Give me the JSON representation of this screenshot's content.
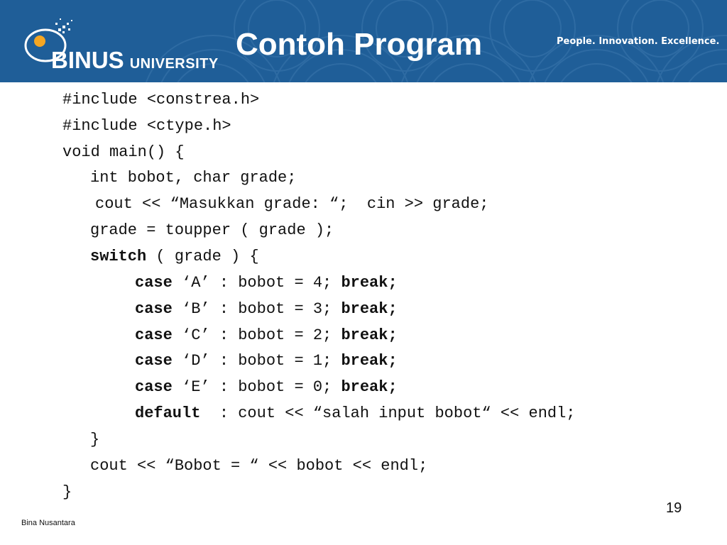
{
  "header": {
    "logo_text": "BINUS",
    "logo_sub": "UNIVERSITY",
    "title": "Contoh Program",
    "tagline": "People. Innovation. Excellence."
  },
  "code": {
    "l1": "#include <constrea.h>",
    "l2": "#include <ctype.h>",
    "l3": "void main() {",
    "l4": "int bobot, char grade;",
    "l5": "cout << “Masukkan grade: “;  cin >> grade;",
    "l6": "grade = toupper ( grade );",
    "l7_kw": "switch",
    "l7_rest": " ( grade ) {",
    "kw_case": "case",
    "kw_break": "break;",
    "cases": [
      {
        "label": " ‘A’ : bobot = 4; "
      },
      {
        "label": " ‘B’ : bobot = 3; "
      },
      {
        "label": " ‘C’ : bobot = 2; "
      },
      {
        "label": " ‘D’ : bobot = 1; "
      },
      {
        "label": " ‘E’ : bobot = 0; "
      }
    ],
    "l13_kw": "default",
    "l13_rest": "  : cout << “salah input bobot“ << endl;",
    "l14": "}",
    "l15": "cout << “Bobot = “ << bobot << endl;",
    "l16": "}"
  },
  "footer": {
    "page_number": "19",
    "author": "Bina Nusantara"
  },
  "colors": {
    "header_bg": "#1f5e98",
    "logo_accent": "#f5a623"
  }
}
